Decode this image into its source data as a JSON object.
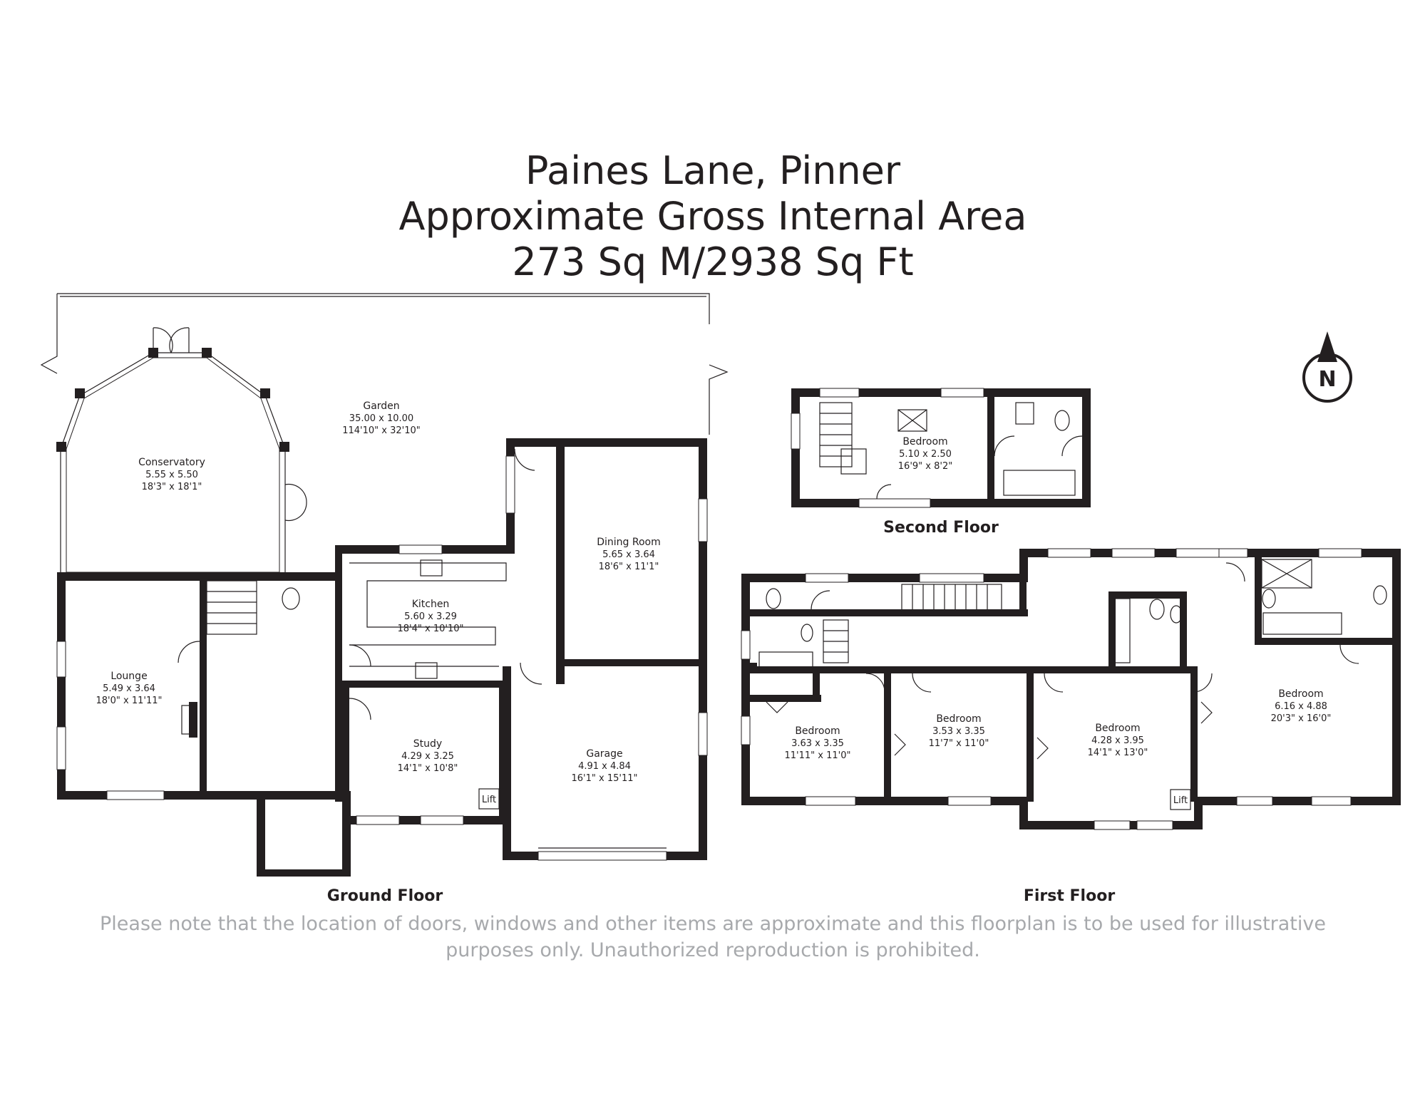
{
  "header": {
    "line1": "Paines Lane, Pinner",
    "line2": "Approximate Gross Internal Area",
    "line3": "273 Sq M/2938 Sq Ft"
  },
  "compass": {
    "letter": "N",
    "icon": "north-arrow-icon"
  },
  "floors": {
    "ground": {
      "label": "Ground Floor",
      "rooms": {
        "garden": {
          "name": "Garden",
          "metric": "35.00 x 10.00",
          "imperial": "114'10\" x 32'10\""
        },
        "conservatory": {
          "name": "Conservatory",
          "metric": "5.55 x 5.50",
          "imperial": "18'3\" x 18'1\""
        },
        "lounge": {
          "name": "Lounge",
          "metric": "5.49 x 3.64",
          "imperial": "18'0\" x 11'11\""
        },
        "kitchen": {
          "name": "Kitchen",
          "metric": "5.60 x 3.29",
          "imperial": "18'4\" x 10'10\""
        },
        "dining": {
          "name": "Dining Room",
          "metric": "5.65 x 3.64",
          "imperial": "18'6\" x 11'1\""
        },
        "study": {
          "name": "Study",
          "metric": "4.29 x 3.25",
          "imperial": "14'1\" x 10'8\""
        },
        "garage": {
          "name": "Garage",
          "metric": "4.91 x 4.84",
          "imperial": "16'1\" x 15'11\""
        }
      },
      "lift": "Lift"
    },
    "second": {
      "label": "Second Floor",
      "rooms": {
        "bedroom": {
          "name": "Bedroom",
          "metric": "5.10 x 2.50",
          "imperial": "16'9\" x 8'2\""
        }
      }
    },
    "first": {
      "label": "First Floor",
      "rooms": {
        "bedroom1": {
          "name": "Bedroom",
          "metric": "3.63 x 3.35",
          "imperial": "11'11\" x 11'0\""
        },
        "bedroom2": {
          "name": "Bedroom",
          "metric": "3.53 x 3.35",
          "imperial": "11'7\" x 11'0\""
        },
        "bedroom3": {
          "name": "Bedroom",
          "metric": "4.28 x 3.95",
          "imperial": "14'1\" x 13'0\""
        },
        "bedroom4": {
          "name": "Bedroom",
          "metric": "6.16 x 4.88",
          "imperial": "20'3\" x 16'0\""
        }
      },
      "lift": "Lift"
    }
  },
  "disclaimer": {
    "line1": "Please note that the location of doors, windows and other items are approximate and this floorplan is to be used for illustrative",
    "line2": "purposes only. Unauthorized reproduction is prohibited."
  }
}
